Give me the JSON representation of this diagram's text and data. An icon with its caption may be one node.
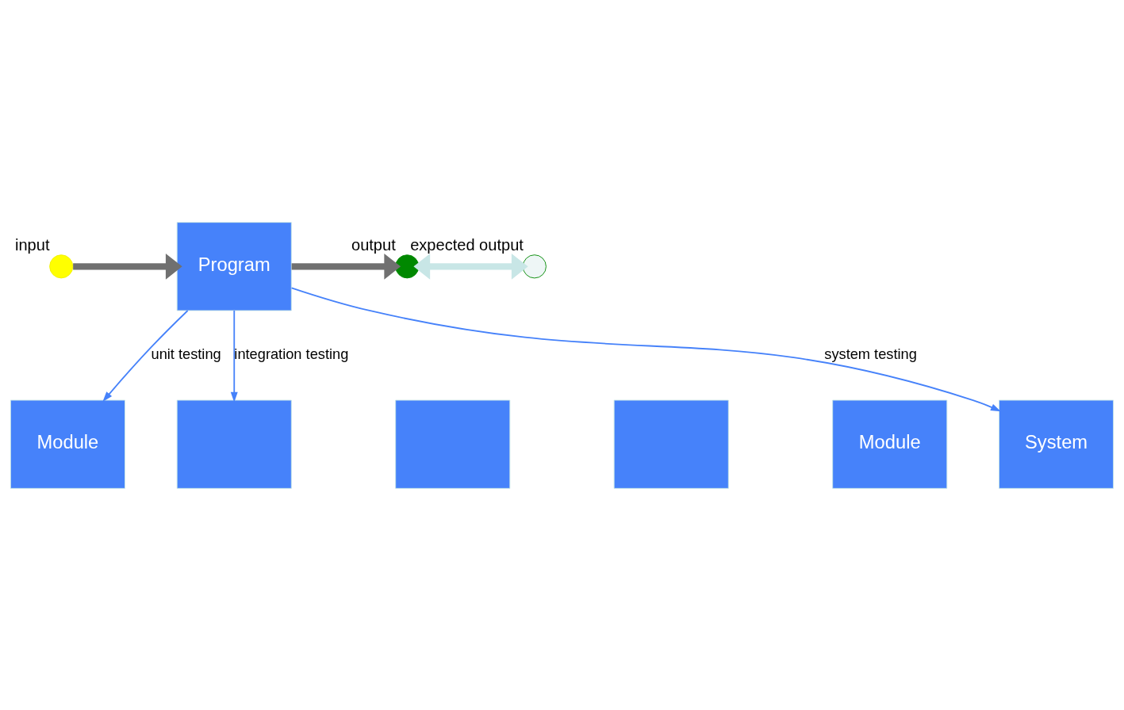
{
  "diagram": {
    "nodes": [
      {
        "text": [
          "input"
        ]
      },
      {
        "text": [
          "Program"
        ]
      },
      {
        "text": [
          "output"
        ]
      },
      {
        "text": [
          "expected output"
        ]
      },
      {
        "text": [
          "Module"
        ]
      },
      {
        "text": [],
        "shape": "box"
      },
      {
        "text": [],
        "shape": "box"
      },
      {
        "text": [],
        "shape": "box"
      },
      {
        "text": [
          "Module"
        ]
      },
      {
        "text": [
          "System"
        ]
      }
    ],
    "edges": [
      {
        "from": 0,
        "to": 1,
        "arrow": "to",
        "style": "thick",
        "color": "#707070"
      },
      {
        "from": 1,
        "to": 2,
        "arrow": "to",
        "style": "thick",
        "color": "#707070"
      },
      {
        "from": 2,
        "to": 3,
        "arrow": "both",
        "style": "thick",
        "color": "#c8e6e6"
      },
      {
        "from": 1,
        "to": 4,
        "arrow": "to",
        "label": "unit testing"
      },
      {
        "from": 1,
        "to": 5,
        "arrow": "to",
        "label": "integration testing"
      },
      {
        "from": 1,
        "to": 9,
        "arrow": "to",
        "label": "system testing"
      }
    ]
  }
}
